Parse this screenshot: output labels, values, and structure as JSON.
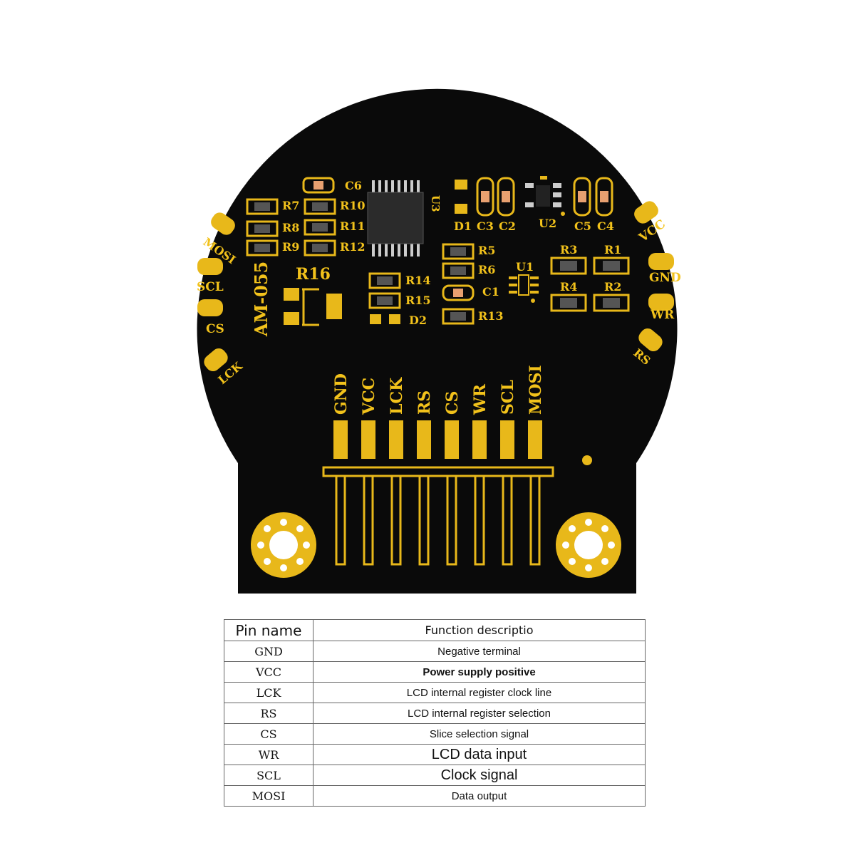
{
  "board": {
    "model": "AM-055",
    "edge_pins": [
      "VCC",
      "GND",
      "WR",
      "RS",
      "MOSI",
      "SCL",
      "CS",
      "LCK"
    ],
    "header_pins": [
      "GND",
      "VCC",
      "LCK",
      "RS",
      "CS",
      "WR",
      "SCL",
      "MOSI"
    ],
    "components": {
      "c6": "C6",
      "u3": "U3",
      "d1": "D1",
      "c3": "C3",
      "c2": "C2",
      "u2": "U2",
      "c5": "C5",
      "c4": "C4",
      "r7": "R7",
      "r8": "R8",
      "r9": "R9",
      "r10": "R10",
      "r11": "R11",
      "r12": "R12",
      "r16": "R16",
      "r14": "R14",
      "r15": "R15",
      "d2": "D2",
      "r5": "R5",
      "r6": "R6",
      "c1": "C1",
      "r13": "R13",
      "u1": "U1",
      "r3": "R3",
      "r1": "R1",
      "r4": "R4",
      "r2": "R2"
    },
    "colors": {
      "board": "#0a0a0a",
      "gold": "#e8b81a"
    }
  },
  "table": {
    "headers": {
      "name": "Pin name",
      "function": "Function descriptio"
    },
    "rows": [
      {
        "name": "GND",
        "function": "Negative terminal"
      },
      {
        "name": "VCC",
        "function": "Power supply positive"
      },
      {
        "name": "LCK",
        "function": "LCD internal register clock line"
      },
      {
        "name": "RS",
        "function": "LCD internal register selection"
      },
      {
        "name": "CS",
        "function": "Slice selection signal"
      },
      {
        "name": "WR",
        "function": "LCD data input"
      },
      {
        "name": "SCL",
        "function": "Clock signal"
      },
      {
        "name": "MOSI",
        "function": "Data output"
      }
    ]
  }
}
